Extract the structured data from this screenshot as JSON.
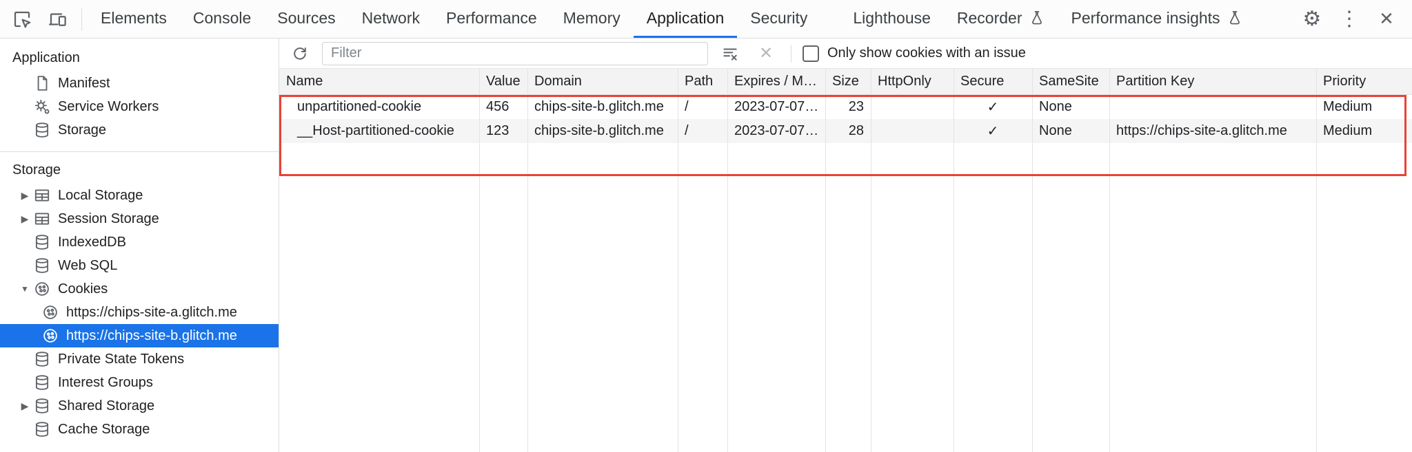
{
  "tab_bar": {
    "tabs": [
      "Elements",
      "Console",
      "Sources",
      "Network",
      "Performance",
      "Memory",
      "Application",
      "Security",
      "Lighthouse",
      "Recorder",
      "Performance insights"
    ],
    "active": "Application"
  },
  "window_controls": {
    "settings_glyph": "⚙",
    "more_glyph": "⋮",
    "close_glyph": "✕"
  },
  "icons": {
    "collapsed_glyph": "▶",
    "expanded_glyph": "▼"
  },
  "sidebar": {
    "app_section": {
      "title": "Application",
      "items": [
        "Manifest",
        "Service Workers",
        "Storage"
      ]
    },
    "storage_section": {
      "title": "Storage",
      "items": [
        "Local Storage",
        "Session Storage",
        "IndexedDB",
        "Web SQL",
        "Cookies",
        "https://chips-site-a.glitch.me",
        "https://chips-site-b.glitch.me",
        "Private State Tokens",
        "Interest Groups",
        "Shared Storage",
        "Cache Storage"
      ],
      "selected": "https://chips-site-b.glitch.me"
    }
  },
  "panel": {
    "toolbar": {
      "filter_placeholder": "Filter",
      "checkbox_label": "Only show cookies with an issue",
      "checkbox_checked": false
    },
    "table": {
      "columns": [
        "Name",
        "Value",
        "Domain",
        "Path",
        "Expires / M…",
        "Size",
        "HttpOnly",
        "Secure",
        "SameSite",
        "Partition Key",
        "Priority"
      ],
      "rows": [
        [
          "unpartitioned-cookie",
          "456",
          "chips-site-b.glitch.me",
          "/",
          "2023-07-07…",
          "23",
          "",
          "✓",
          "None",
          "",
          "Medium"
        ],
        [
          "__Host-partitioned-cookie",
          "123",
          "chips-site-b.glitch.me",
          "/",
          "2023-07-07…",
          "28",
          "",
          "✓",
          "None",
          "https://chips-site-a.glitch.me",
          "Medium"
        ]
      ]
    }
  },
  "colors": {
    "accent": "#1a73e8",
    "selected_bg": "#1a73e8",
    "annotation_red": "#e94235"
  }
}
